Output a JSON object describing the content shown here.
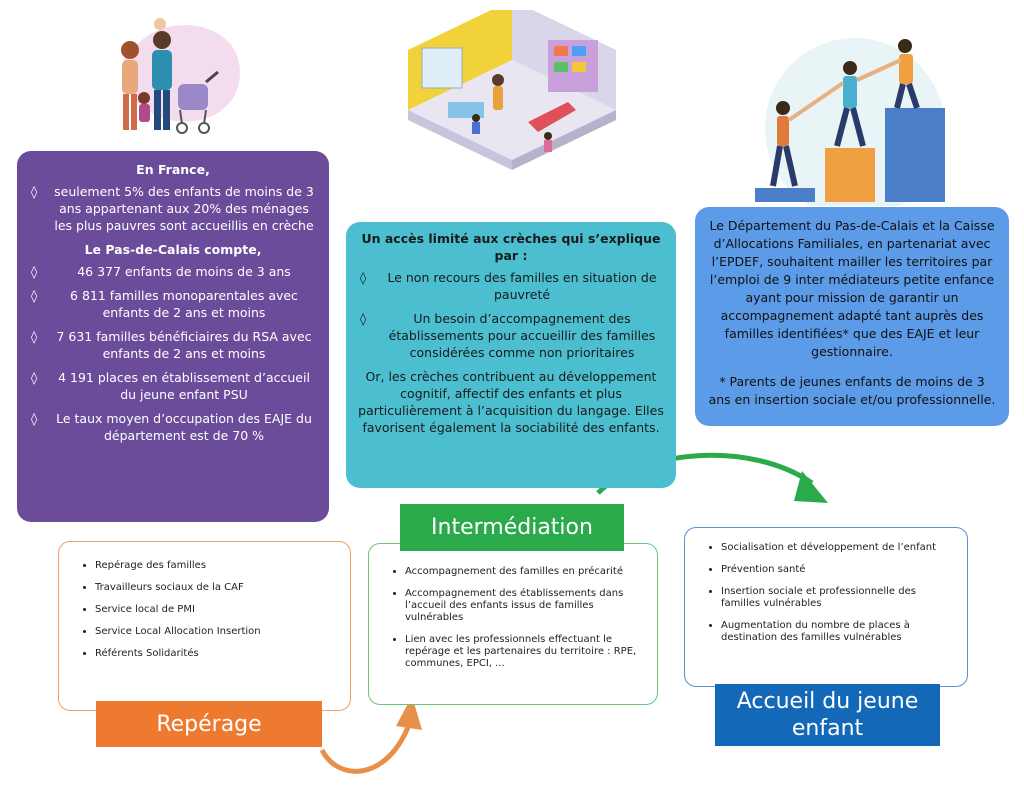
{
  "stats": {
    "france_heading": "En France,",
    "france_items": [
      "seulement 5% des enfants de moins de 3 ans appartenant aux 20% des ménages les plus pauvres sont accueillis en crèche"
    ],
    "pdc_heading": "Le Pas-de-Calais compte,",
    "pdc_items": [
      "46 377 enfants de moins de 3 ans",
      "6 811 familles monoparentales avec enfants de 2 ans et moins",
      "7 631 familles bénéficiaires du RSA avec enfants de 2 ans et moins",
      "4 191 places en établissement d’accueil du jeune enfant PSU",
      "Le taux moyen d’occupation des EAJE du département est de 70 %"
    ]
  },
  "teal": {
    "heading": "Un accès limité aux crèches qui s’explique par :",
    "items": [
      "Le non recours des familles en situation de pauvreté",
      "Un besoin d’accompagnement des établissements pour accueillir des familles considérées comme non prioritaires"
    ],
    "paragraph": "Or, les crèches contribuent au développement cognitif, affectif des enfants et plus particulièrement à l’acquisition du langage. Elles favorisent également la sociabilité des enfants."
  },
  "blue": {
    "paragraph": "Le Département du Pas-de-Calais et la Caisse d’Allocations Familiales, en partenariat avec l’EPDEF, souhaitent mailler les territoires par l’emploi de 9 inter médiateurs petite enfance ayant pour mission de garantir un accompagnement adapté tant auprès des familles identifiées* que des EAJE et leur gestionnaire.",
    "footnote": "* Parents de jeunes enfants de moins de 3 ans en insertion sociale et/ou professionnelle."
  },
  "reperage": {
    "label": "Repérage",
    "items": [
      "Repérage des familles",
      "Travailleurs sociaux de la CAF",
      "Service local de PMI",
      "Service Local Allocation Insertion",
      "Référents Solidarités"
    ]
  },
  "intermediation": {
    "label": "Intermédiation",
    "items": [
      "Accompagnement des familles en précarité",
      "Accompagnement des établissements dans l’accueil des enfants issus de familles vulnérables",
      "Lien avec les professionnels effectuant le repérage et les partenaires du territoire : RPE, communes, EPCI, ..."
    ]
  },
  "accueil": {
    "label_line1": "Accueil du jeune",
    "label_line2": "enfant",
    "items": [
      "Socialisation et développement de l’enfant",
      "Prévention santé",
      "Insertion sociale et professionnelle des familles vulnérables",
      "Augmentation du nombre de places à destination des familles vulnérables"
    ]
  },
  "colors": {
    "purple": "#6b4c9a",
    "teal": "#4bbfd0",
    "blue": "#5c9be8",
    "orange": "#ee7a2f",
    "green": "#2aaa4a",
    "dark_blue": "#1468b8"
  }
}
